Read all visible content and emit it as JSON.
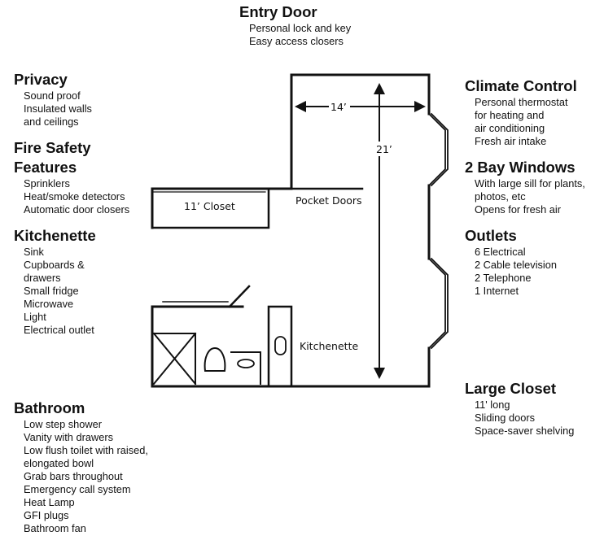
{
  "sections": {
    "entry_door": {
      "title": "Entry Door",
      "items": [
        "Personal lock and key",
        "Easy access closers"
      ]
    },
    "privacy": {
      "title": "Privacy",
      "items": [
        "Sound proof",
        "Insulated walls",
        "and ceilings"
      ]
    },
    "fire_safety": {
      "title_line1": "Fire Safety",
      "title_line2": "Features",
      "items": [
        "Sprinklers",
        "Heat/smoke detectors",
        "Automatic door closers"
      ]
    },
    "kitchenette": {
      "title": "Kitchenette",
      "items": [
        "Sink",
        "Cupboards &",
        "drawers",
        "Small fridge",
        "Microwave",
        "Light",
        "Electrical outlet"
      ]
    },
    "bathroom": {
      "title": "Bathroom",
      "items": [
        "Low step shower",
        "Vanity with drawers",
        "Low flush toilet with raised,",
        "elongated bowl",
        "Grab bars throughout",
        "Emergency call system",
        "Heat Lamp",
        "GFI plugs",
        "Bathroom fan"
      ]
    },
    "climate_control": {
      "title": "Climate Control",
      "items": [
        "Personal thermostat",
        "for heating and",
        "air conditioning",
        "Fresh air intake"
      ]
    },
    "bay_windows": {
      "title": "2 Bay Windows",
      "items": [
        "With large sill for plants,",
        "photos, etc",
        "Opens for fresh air"
      ]
    },
    "outlets": {
      "title": "Outlets",
      "items": [
        "6 Electrical",
        "2 Cable television",
        "2 Telephone",
        "1 Internet"
      ]
    },
    "large_closet": {
      "title": "Large Closet",
      "items": [
        "11' long",
        "Sliding doors",
        "Space-saver shelving"
      ]
    }
  },
  "plan": {
    "width_label": "14’",
    "length_label": "21’",
    "closet_label": "11’ Closet",
    "pocket_doors_label": "Pocket Doors",
    "kitchenette_label": "Kitchenette"
  }
}
